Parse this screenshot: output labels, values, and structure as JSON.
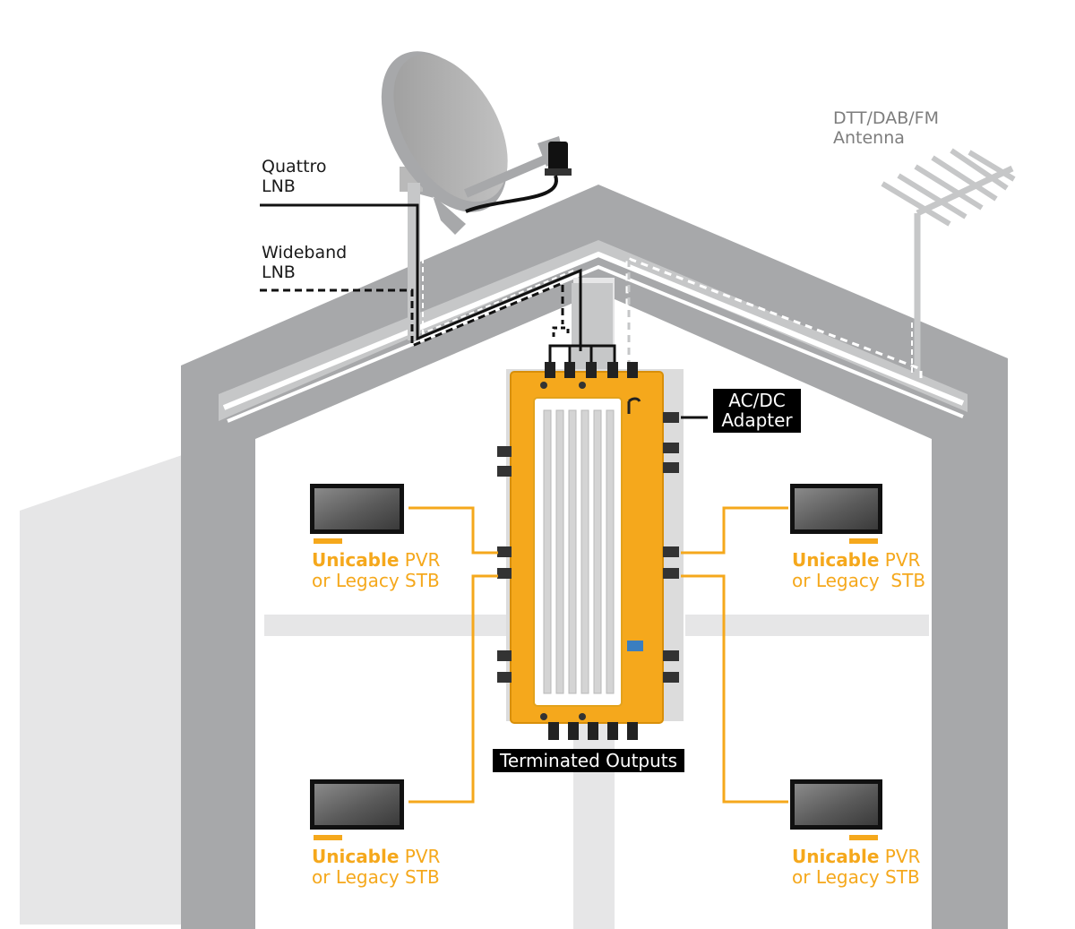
{
  "labels": {
    "quattro_line1": "Quattro",
    "quattro_line2": "LNB",
    "wideband_line1": "Wideband",
    "wideband_line2": "LNB",
    "antenna_line1": "DTT/DAB/FM",
    "antenna_line2": "Antenna",
    "adapter_line1": "AC/DC",
    "adapter_line2": "Adapter",
    "outputs": "Terminated Outputs"
  },
  "devices": [
    {
      "brand": "Unicable",
      "type": "PVR",
      "line2": "or Legacy STB"
    },
    {
      "brand": "Unicable",
      "type": "PVR",
      "line2": "or Legacy  STB"
    },
    {
      "brand": "Unicable",
      "type": "PVR",
      "line2": "or Legacy STB"
    },
    {
      "brand": "Unicable",
      "type": "PVR",
      "line2": "or Legacy STB"
    }
  ],
  "colors": {
    "house_dark": "#a7a8aa",
    "house_mid": "#c6c7c8",
    "house_light": "#e6e6e7",
    "multiswitch": "#f5a81c",
    "cable": "#f5a81c",
    "tag_bg": "#000000",
    "tag_text": "#ffffff"
  },
  "icons": [
    "satellite-dish-icon",
    "lnb-icon",
    "yagi-antenna-icon",
    "multiswitch-icon",
    "tv-icon"
  ]
}
